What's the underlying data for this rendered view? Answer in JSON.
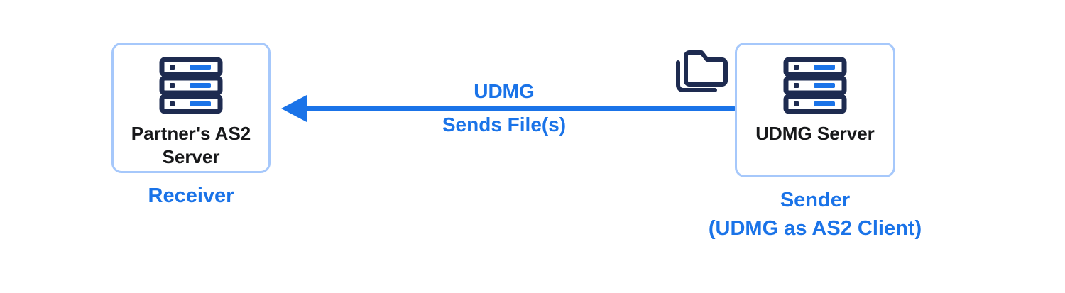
{
  "diagram": {
    "receiver": {
      "title_line1": "Partner's AS2",
      "title_line2": "Server",
      "role": "Receiver"
    },
    "sender": {
      "title": "UDMG Server",
      "role_line1": "Sender",
      "role_line2": "(UDMG as AS2 Client)"
    },
    "flow": {
      "label_line1": "UDMG",
      "label_line2": "Sends File(s)",
      "direction": "right-to-left"
    },
    "icons": {
      "receiver_icon": "server-icon",
      "sender_icon": "server-icon",
      "files_icon": "folder-icon"
    },
    "colors": {
      "accent_blue": "#1a73e8",
      "node_border": "#a6c8fb",
      "icon_navy": "#1e2b50",
      "text_dark": "#17181a",
      "background": "#ffffff"
    }
  }
}
